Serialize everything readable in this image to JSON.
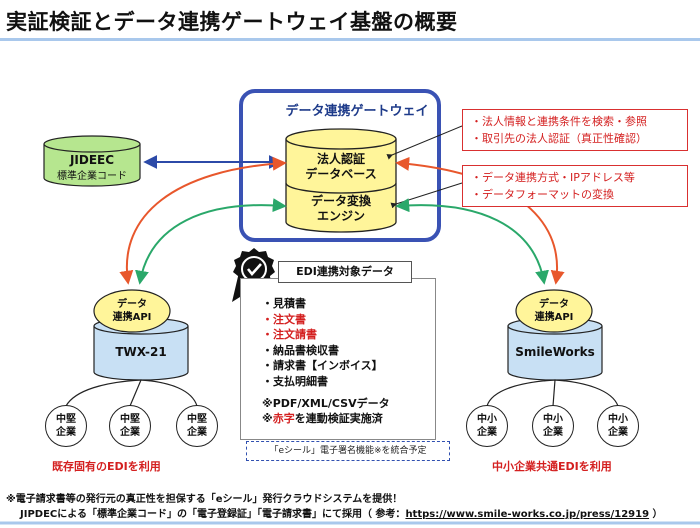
{
  "title": "実証検証とデータ連携ゲートウェイ基盤の概要",
  "gateway": {
    "title": "データ連携ゲートウェイ",
    "db_line1": "法人認証",
    "db_line2": "データベース",
    "engine_line1": "データ変換",
    "engine_line2": "エンジン"
  },
  "jideec": {
    "title": "JIDEEC",
    "subtitle": "標準企業コード"
  },
  "notes_top": [
    "・法人情報と連携条件を検索・参照",
    "・取引先の法人認証（真正性確認）"
  ],
  "notes_mid": [
    "・データ連携方式・IPアドレス等",
    "・データフォーマットの変換"
  ],
  "left_system": {
    "api_line1": "データ",
    "api_line2": "連携API",
    "name": "TWX-21",
    "corp_line1": "中堅",
    "corp_line2": "企業",
    "caption": "既存固有のEDIを利用"
  },
  "right_system": {
    "api_line1": "データ",
    "api_line2": "連携API",
    "name": "SmileWorks",
    "corp_line1": "中小",
    "corp_line2": "企業",
    "caption": "中小企業共通EDIを利用"
  },
  "edi": {
    "title": "EDI連携対象データ",
    "items": [
      {
        "text": "・見積書",
        "red": false
      },
      {
        "text": "・注文書",
        "red": true
      },
      {
        "text": "・注文請書",
        "red": true
      },
      {
        "text": "・納品書検収書",
        "red": false
      },
      {
        "text": "・請求書【インボイス】",
        "red": false
      },
      {
        "text": "・支払明細書",
        "red": false
      }
    ],
    "note1": "※PDF/XML/CSVデータ",
    "note2_prefix": "※",
    "note2_red": "赤字",
    "note2_suffix": "を連動検証実施済",
    "eseal": "「eシール」電子署名機能※を統合予定"
  },
  "footnote": {
    "line1": "※電子請求書等の発行元の真正性を担保する「eシール」発行クラウドシステムを提供！",
    "line2_prefix": "JIPDECによる「標準企業コード」の「電子登録証」「電子請求書」にて採用（ 参考：",
    "line2_link": "https://www.smile-works.co.jp/press/12919",
    "line2_suffix": " ）"
  },
  "colors": {
    "gateway_border": "#3a52b4",
    "cylinder_fill": "#fff59a",
    "jideec_fill": "#b6e68f",
    "system_fill": "#c8e0f4",
    "arrow_red": "#e8572c",
    "arrow_green": "#2aa86a",
    "arrow_blue": "#2c4aa8",
    "note_red": "#d42020"
  }
}
